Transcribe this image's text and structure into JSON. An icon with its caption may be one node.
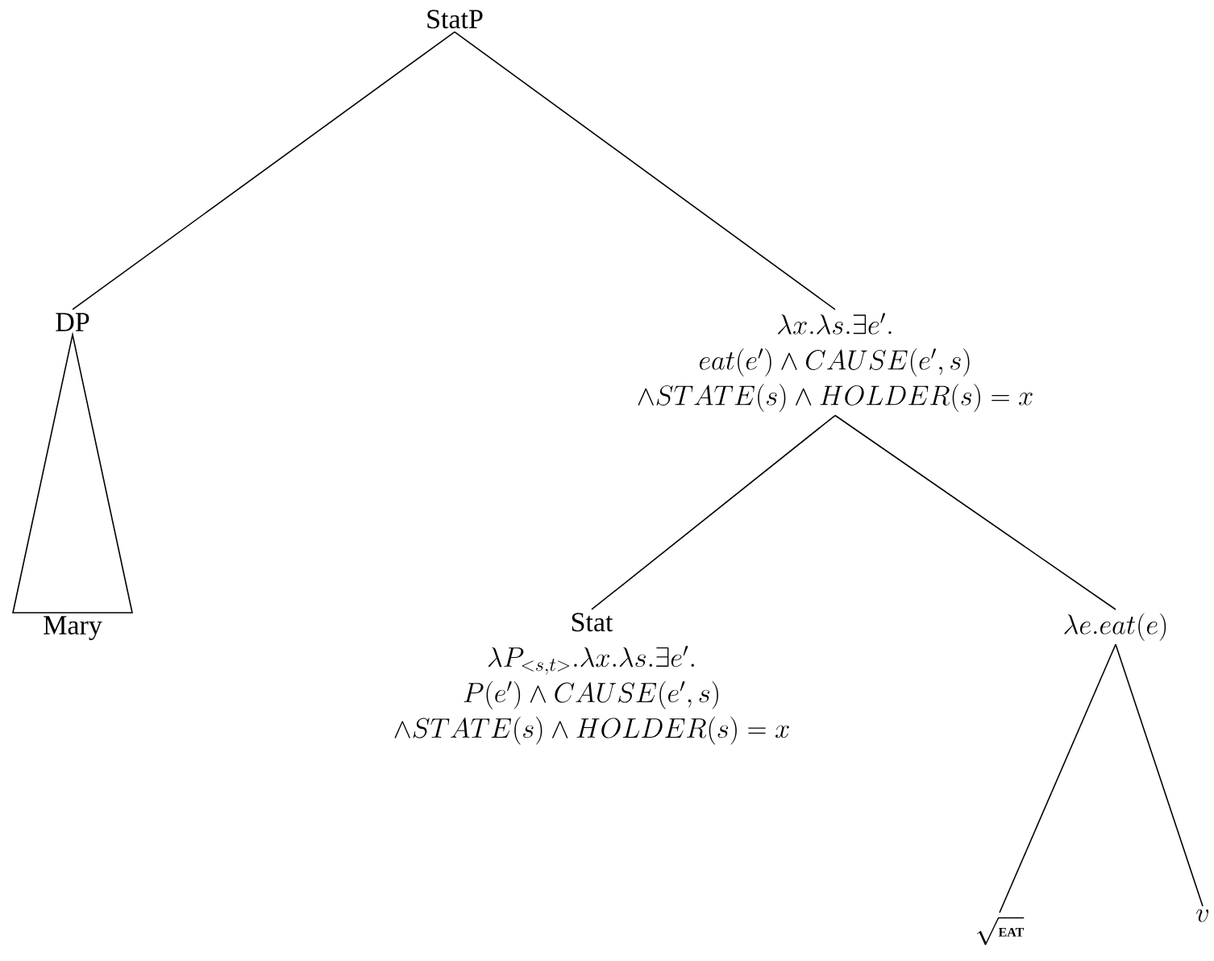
{
  "diagram": {
    "nodes": [
      {
        "text": [
          "StatP"
        ]
      },
      {
        "text": [
          "DP"
        ]
      },
      {
        "text": [
          "\\lambda x.\\lambda s.\\exists e'.",
          "eat(e')\\wedge CAUSE(e',s)",
          "\\wedge STATE(s)\\wedge HOLDER(s)=x"
        ]
      },
      {
        "text": [
          "Mary"
        ]
      },
      {
        "text": [
          "Stat",
          "\\lambda P_{<s,t>}.\\lambda x.\\lambda s.\\exists e'.",
          "P(e')\\wedge CAUSE(e',s)",
          "\\wedge STATE(s)\\wedge HOLDER(s)=x"
        ]
      },
      {
        "text": [
          "\\lambda e.eat(e)"
        ]
      },
      {
        "text": [
          "\\sqrt{\\mbox{\\footnotesize\\bfseries EAT}}"
        ]
      },
      {
        "text": [
          "v"
        ]
      }
    ],
    "edges": [
      {
        "from": 0,
        "to": 1,
        "arrow": "none"
      },
      {
        "from": 0,
        "to": 2,
        "arrow": "none"
      },
      {
        "from": 1,
        "to": 3,
        "arrow": "none"
      },
      {
        "from": 2,
        "to": 4,
        "arrow": "none"
      },
      {
        "from": 2,
        "to": 5,
        "arrow": "none"
      },
      {
        "from": 5,
        "to": 6,
        "arrow": "none"
      },
      {
        "from": 5,
        "to": 7,
        "arrow": "none"
      }
    ]
  }
}
